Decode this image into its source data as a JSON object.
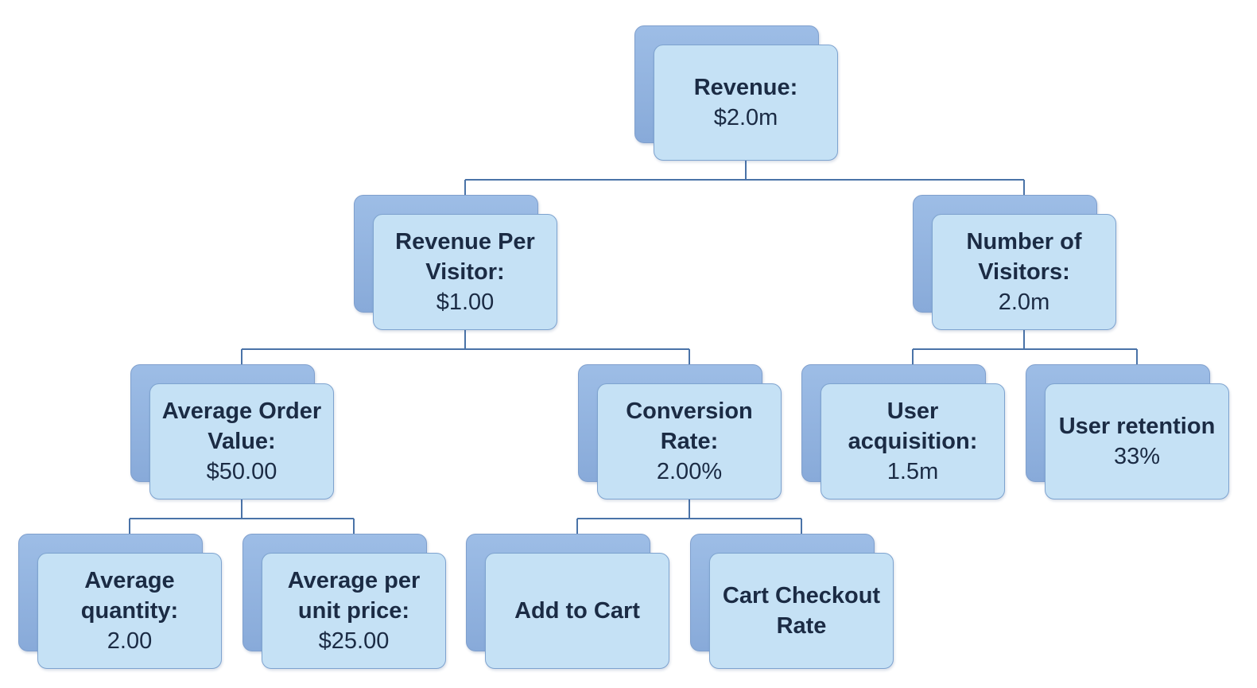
{
  "diagram": {
    "nodes": [
      {
        "id": "revenue",
        "label": "Revenue:",
        "value": "$2.0m"
      },
      {
        "id": "revenue-per-visitor",
        "label": "Revenue Per Visitor:",
        "value": "$1.00"
      },
      {
        "id": "number-of-visitors",
        "label": "Number of Visitors:",
        "value": "2.0m"
      },
      {
        "id": "average-order-value",
        "label": "Average Order Value:",
        "value": "$50.00"
      },
      {
        "id": "conversion-rate",
        "label": "Conversion Rate:",
        "value": "2.00%"
      },
      {
        "id": "user-acquisition",
        "label": "User acquisition:",
        "value": "1.5m"
      },
      {
        "id": "user-retention",
        "label": "User retention",
        "value": "33%"
      },
      {
        "id": "average-quantity",
        "label": "Average quantity:",
        "value": "2.00"
      },
      {
        "id": "average-per-unit-price",
        "label": "Average per unit price:",
        "value": "$25.00"
      },
      {
        "id": "add-to-cart",
        "label": "Add to Cart",
        "value": ""
      },
      {
        "id": "cart-checkout-rate",
        "label": "Cart Checkout Rate",
        "value": ""
      }
    ],
    "edges": [
      [
        "revenue",
        "revenue-per-visitor"
      ],
      [
        "revenue",
        "number-of-visitors"
      ],
      [
        "revenue-per-visitor",
        "average-order-value"
      ],
      [
        "revenue-per-visitor",
        "conversion-rate"
      ],
      [
        "number-of-visitors",
        "user-acquisition"
      ],
      [
        "number-of-visitors",
        "user-retention"
      ],
      [
        "average-order-value",
        "average-quantity"
      ],
      [
        "average-order-value",
        "average-per-unit-price"
      ],
      [
        "conversion-rate",
        "add-to-cart"
      ],
      [
        "conversion-rate",
        "cart-checkout-rate"
      ]
    ],
    "colors": {
      "box_fill": "#c5e1f5",
      "box_shadow_fill": "#93b4e0",
      "box_border": "#7ea3cf",
      "connector": "#4a73a8",
      "text": "#1b2b44"
    }
  }
}
